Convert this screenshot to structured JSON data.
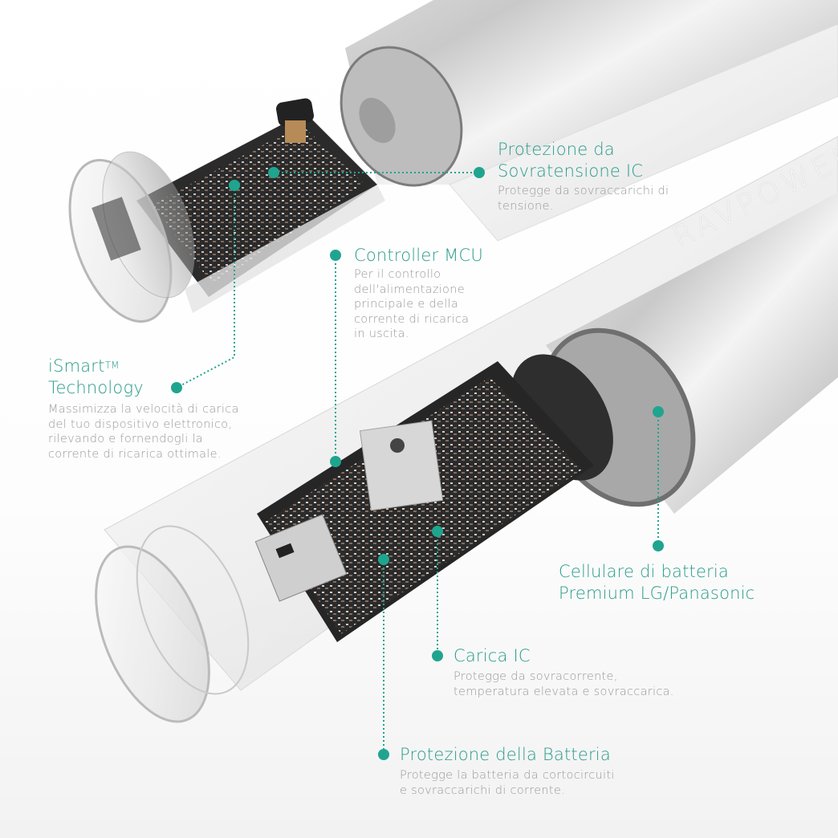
{
  "accent_color": "#1fa58f",
  "text_title_color": "#2a9c8a",
  "text_desc_color": "#9a9a9a",
  "brand": {
    "text": "RAVPOWER"
  },
  "callouts": [
    {
      "id": "overvoltage",
      "title_line1": "Protezione da",
      "title_line2": "Sovratensione IC",
      "desc_lines": [
        "Protegge da sovraccarichi di",
        "tensione."
      ]
    },
    {
      "id": "mcu",
      "title_line1": "Controller MCU",
      "desc_lines": [
        "Per il controllo",
        "dell'alimentazione",
        "principale e della",
        "corrente di ricarica",
        "in uscita."
      ]
    },
    {
      "id": "ismart",
      "title_line1": "iSmart",
      "title_tm": "TM",
      "title_line2": "Technology",
      "desc_lines": [
        "Massimizza la velocità di carica",
        "del tuo dispositivo elettronico,",
        "rilevando e fornendogli  la",
        "corrente di ricarica ottimale."
      ]
    },
    {
      "id": "battery-cell",
      "title_line1": "Cellulare di batteria",
      "title_line2": "Premium LG/Panasonic"
    },
    {
      "id": "charge-ic",
      "title_line1": "Carica IC",
      "desc_lines": [
        "Protegge da sovracorrente,",
        "temperatura elevata e sovraccarica."
      ]
    },
    {
      "id": "battery-protection",
      "title_line1": "Protezione della Batteria",
      "desc_lines": [
        "Protegge la batteria da cortocircuiti",
        "e sovraccarichi di corrente."
      ]
    }
  ]
}
